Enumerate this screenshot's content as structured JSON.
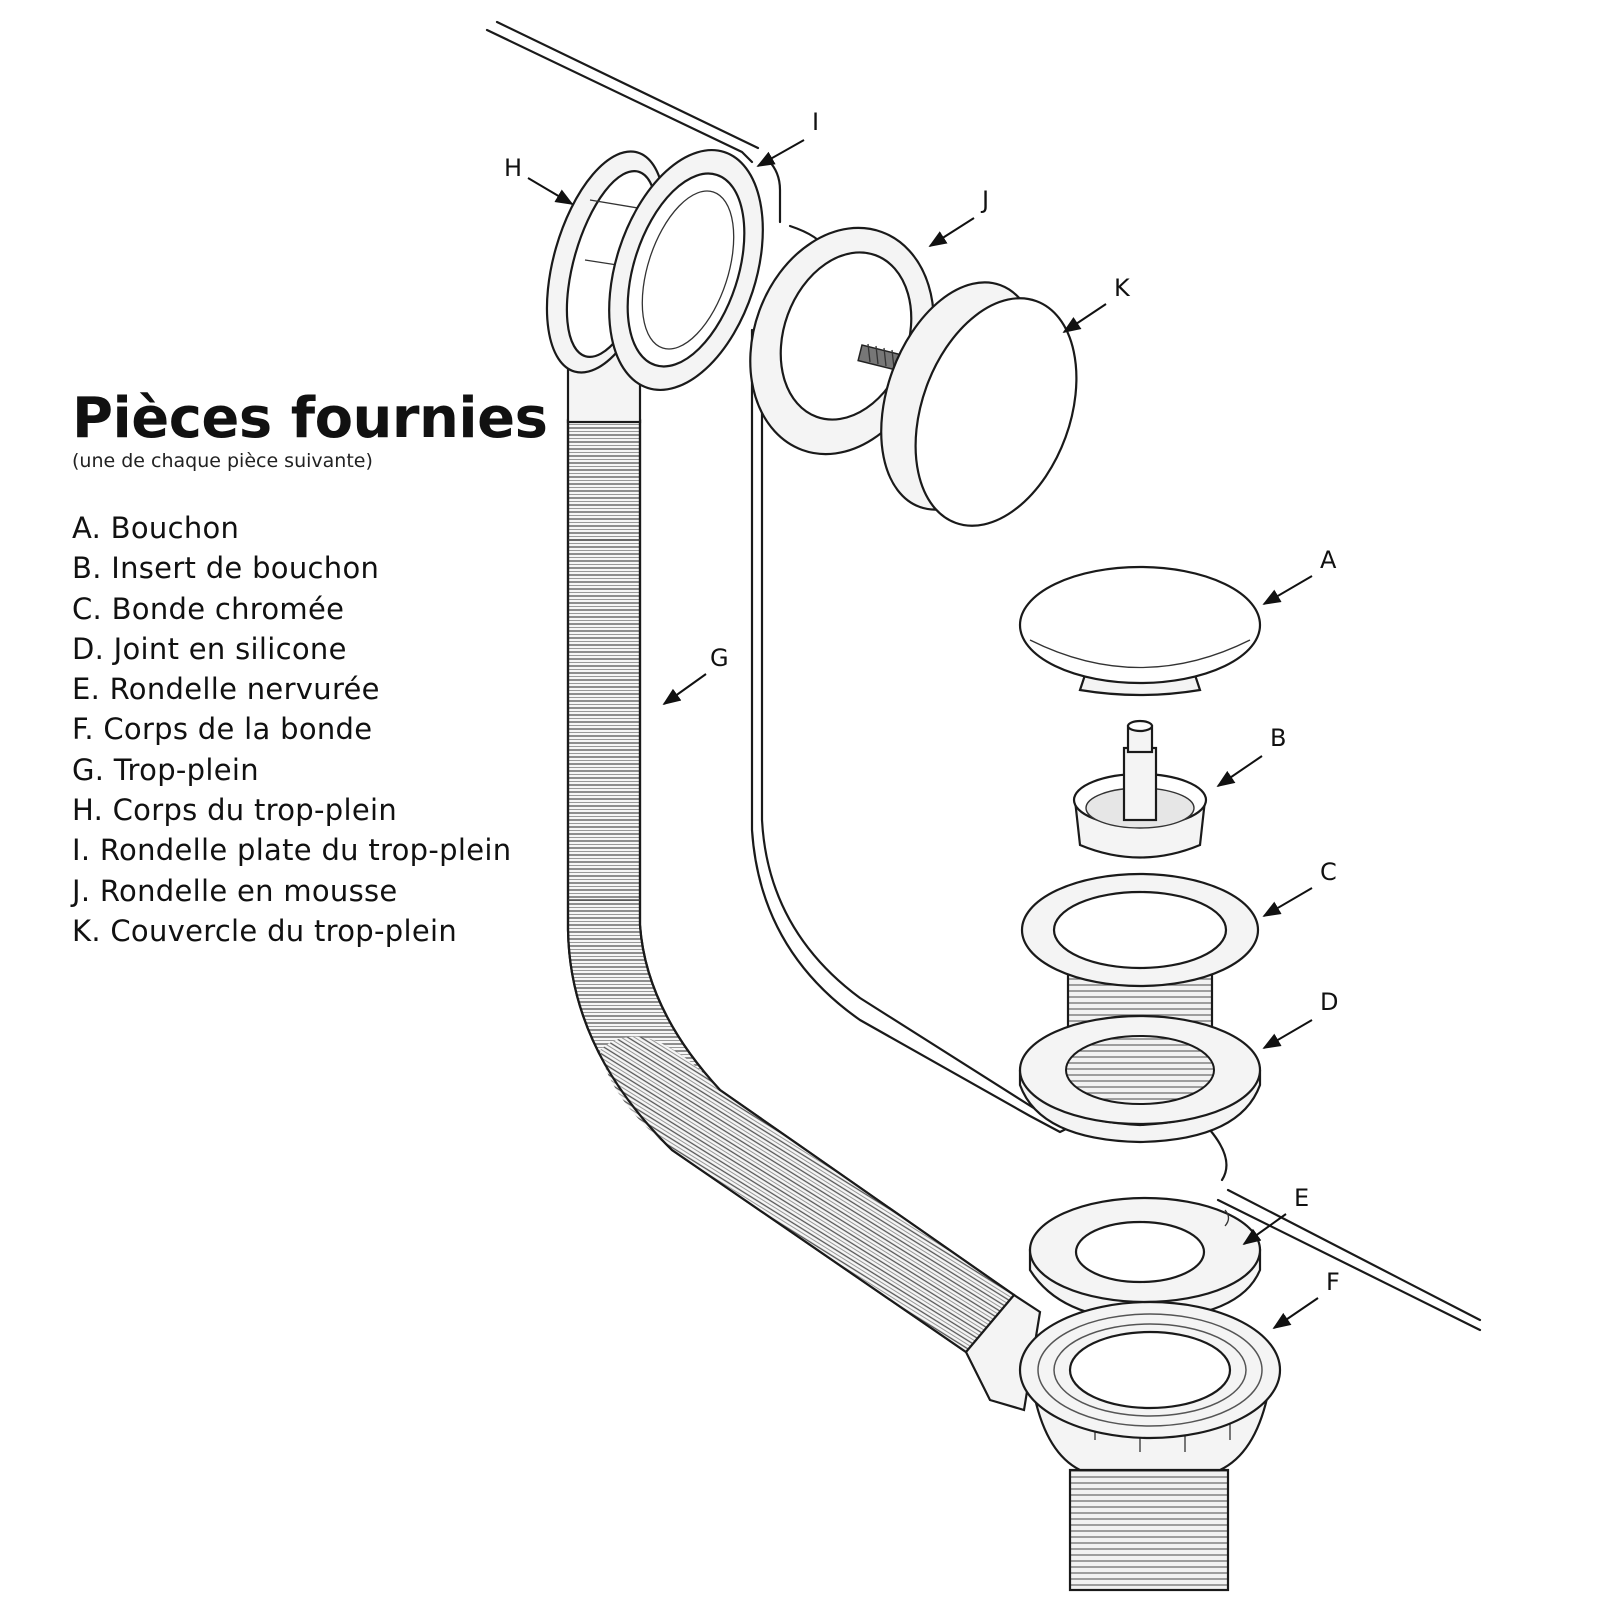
{
  "legend": {
    "title": "Pièces fournies",
    "subtitle": "(une de chaque pièce suivante)",
    "items": [
      "A. Bouchon",
      "B. Insert de bouchon",
      "C. Bonde chromée",
      "D. Joint en silicone",
      "E. Rondelle nervurée",
      "F. Corps de la bonde",
      "G. Trop-plein",
      "H. Corps du trop-plein",
      "I. Rondelle plate du trop-plein",
      "J. Rondelle en mousse",
      "K. Couvercle du trop-plein"
    ]
  },
  "callouts": {
    "A": "A",
    "B": "B",
    "C": "C",
    "D": "D",
    "E": "E",
    "F": "F",
    "G": "G",
    "H": "H",
    "I": "I",
    "J": "J",
    "K": "K"
  }
}
